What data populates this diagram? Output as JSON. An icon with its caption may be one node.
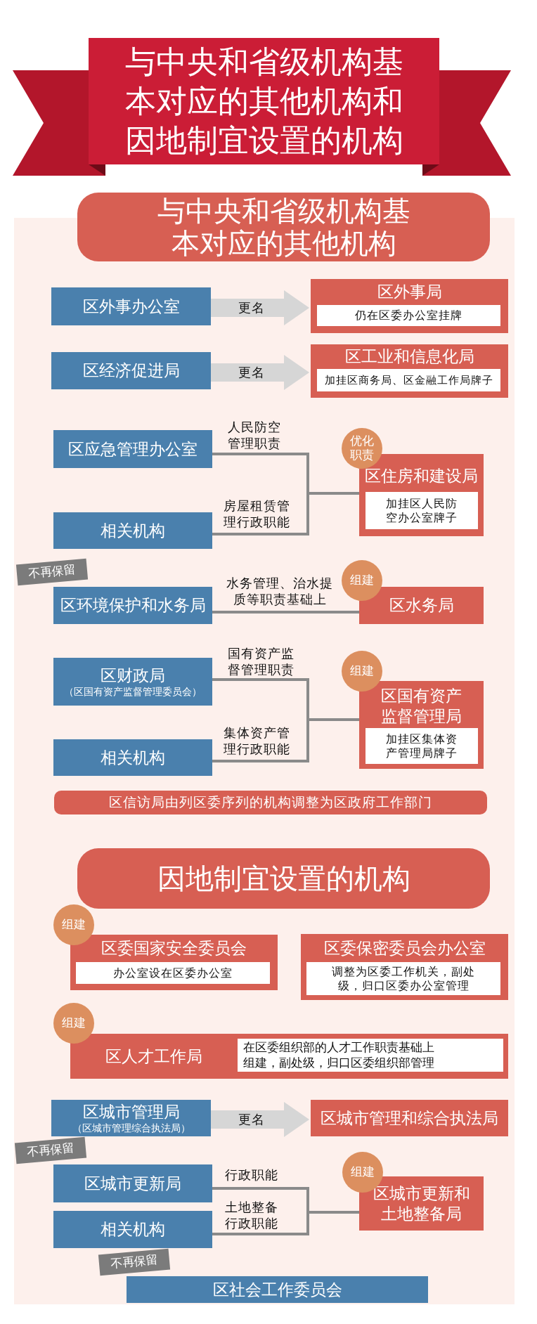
{
  "diagram": {
    "title": "与中央和省级机构基本对应的其他机构和因地制宜设置的机构",
    "nodes": [
      {
        "text": [
          "与中央和省级机构基本对应的其他机构"
        ]
      },
      {
        "text": [
          "区外事办公室"
        ]
      },
      {
        "text": [
          "区外事局"
        ]
      },
      {
        "text": [
          "仍在区委办公室挂牌"
        ],
        "in": 2
      },
      {
        "text": [
          "区经济促进局"
        ]
      },
      {
        "text": [
          "区工业和信息化局"
        ]
      },
      {
        "text": [
          "加挂区商务局、区金融工作局牌子"
        ],
        "in": 5
      },
      {
        "text": [
          "区应急管理办公室"
        ]
      },
      {
        "text": [
          "优化职责"
        ]
      },
      {
        "text": [
          "区住房和建设局"
        ]
      },
      {
        "text": [
          "加挂区人民防空办公室牌子"
        ],
        "in": 9
      },
      {
        "text": [
          "相关机构"
        ]
      },
      {
        "text": [
          "不再保留"
        ]
      },
      {
        "text": [
          "区环境保护和水务局"
        ]
      },
      {
        "text": [
          "组建"
        ]
      },
      {
        "text": [
          "区水务局"
        ]
      },
      {
        "text": [
          "区财政局",
          "（区国有资产监督管理委员会）"
        ]
      },
      {
        "text": [
          "组建"
        ]
      },
      {
        "text": [
          "区国有资产监督管理局"
        ]
      },
      {
        "text": [
          "加挂区集体资产管理局牌子"
        ],
        "in": 18
      },
      {
        "text": [
          "相关机构"
        ]
      },
      {
        "text": [
          "区信访局由列区委序列的机构调整为区政府工作部门"
        ]
      },
      {
        "text": [
          "因地制宜设置的机构"
        ]
      },
      {
        "text": [
          "组建"
        ]
      },
      {
        "text": [
          "区委国家安全委员会"
        ]
      },
      {
        "text": [
          "办公室设在区委办公室"
        ],
        "in": 24
      },
      {
        "text": [
          "区委保密委员会办公室"
        ]
      },
      {
        "text": [
          "调整为区委工作机关，副处级，归口区委办公室管理"
        ],
        "in": 26
      },
      {
        "text": [
          "组建"
        ]
      },
      {
        "text": [
          "区人才工作局"
        ]
      },
      {
        "text": [
          "在区委组织部的人才工作职责基础上组建，副处级，归口区委组织部管理"
        ],
        "in": 29
      },
      {
        "text": [
          "区城市管理局",
          "（区城市管理综合执法局）"
        ]
      },
      {
        "text": [
          "区城市管理和综合执法局"
        ]
      },
      {
        "text": [
          "不再保留"
        ]
      },
      {
        "text": [
          "区城市更新局"
        ]
      },
      {
        "text": [
          "组建"
        ]
      },
      {
        "text": [
          "区城市更新和土地整备局"
        ]
      },
      {
        "text": [
          "相关机构"
        ]
      },
      {
        "text": [
          "不再保留"
        ]
      },
      {
        "text": [
          "区社会工作委员会"
        ]
      }
    ],
    "edges": [
      {
        "from": 1,
        "to": 2,
        "arrow": "to",
        "label": "更名",
        "style": "thick",
        "color": "#d6d6d6"
      },
      {
        "from": 4,
        "to": 5,
        "arrow": "to",
        "label": "更名",
        "style": "thick",
        "color": "#d6d6d6"
      },
      {
        "from": 7,
        "to": 9,
        "arrow": "none",
        "label": "人民防空管理职责"
      },
      {
        "from": 11,
        "to": 9,
        "arrow": "none",
        "label": "房屋租赁管理行政职能"
      },
      {
        "from": 13,
        "to": 15,
        "arrow": "none",
        "label": "水务管理、治水提质等职责基础上"
      },
      {
        "from": 16,
        "to": 18,
        "arrow": "none",
        "label": "国有资产监督管理职责"
      },
      {
        "from": 20,
        "to": 18,
        "arrow": "none",
        "label": "集体资产管理行政职能"
      },
      {
        "from": 31,
        "to": 32,
        "arrow": "to",
        "label": "更名",
        "style": "thick",
        "color": "#d6d6d6"
      },
      {
        "from": 34,
        "to": 36,
        "arrow": "none",
        "label": "行政职能"
      },
      {
        "from": 37,
        "to": 36,
        "arrow": "none",
        "label": "土地整备行政职能"
      }
    ]
  }
}
